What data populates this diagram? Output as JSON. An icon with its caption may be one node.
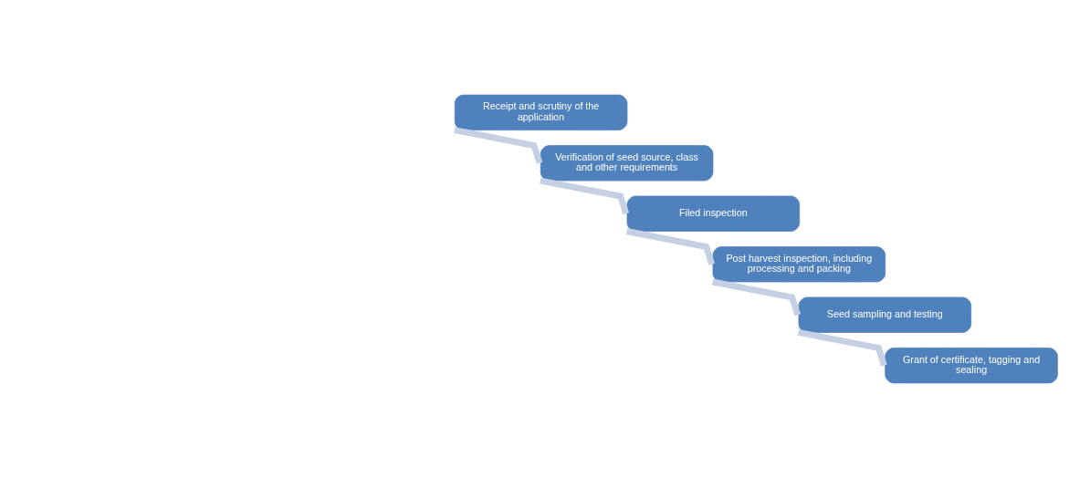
{
  "diagram": {
    "nodes": [
      {
        "text": [
          "Receipt and scrutiny of the application"
        ]
      },
      {
        "text": [
          "Verification of seed source, class and other requirements"
        ]
      },
      {
        "text": [
          "Filed inspection"
        ]
      },
      {
        "text": [
          "Post harvest inspection, including processing and packing"
        ]
      },
      {
        "text": [
          "Seed sampling and testing"
        ]
      },
      {
        "text": [
          "Grant of certificate, tagging and sealing"
        ]
      }
    ],
    "edges": [
      {
        "from": 0,
        "to": 1,
        "arrow": "none"
      },
      {
        "from": 1,
        "to": 2,
        "arrow": "none"
      },
      {
        "from": 2,
        "to": 3,
        "arrow": "none"
      },
      {
        "from": 3,
        "to": 4,
        "arrow": "none"
      },
      {
        "from": 4,
        "to": 5,
        "arrow": "none"
      }
    ]
  }
}
